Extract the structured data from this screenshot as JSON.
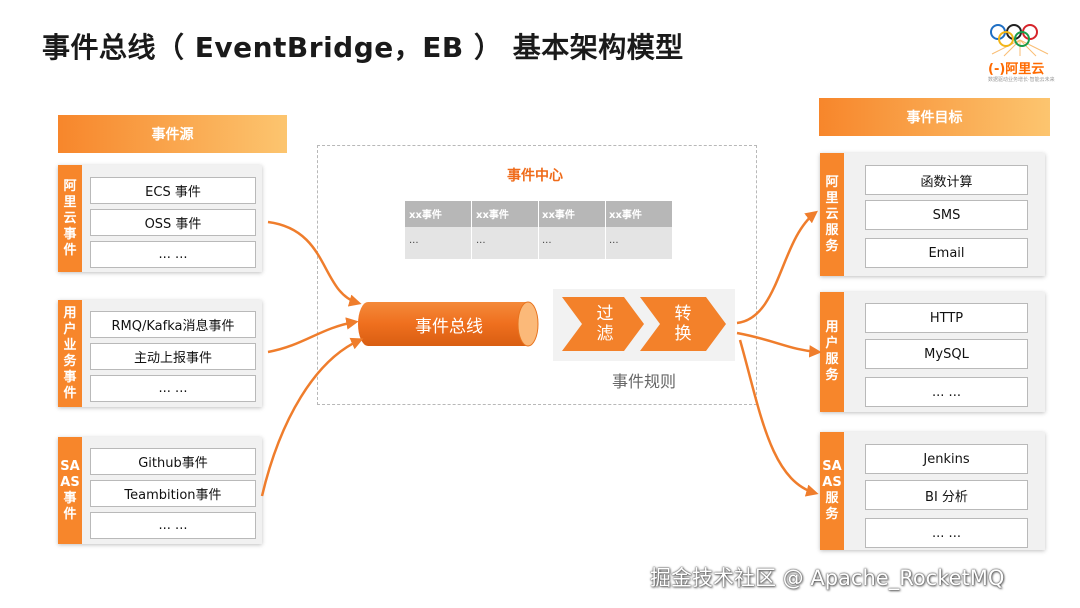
{
  "title": "事件总线（ EventBridge，EB ） 基本架构模型",
  "logo": {
    "text": "阿里云",
    "subtext": "数据驱动业务增长·智能云未来",
    "icon": "aliyun-olympic-rings-logo"
  },
  "sources": {
    "header": "事件源",
    "groups": [
      {
        "label": "阿里云事件",
        "items": [
          "ECS 事件",
          "OSS 事件",
          "... ..."
        ]
      },
      {
        "label": "用户业务事件",
        "items": [
          "RMQ/Kafka消息事件",
          "主动上报事件",
          "... ..."
        ]
      },
      {
        "label": "SAAS事件",
        "items": [
          "Github事件",
          "Teambition事件",
          "... ..."
        ]
      }
    ]
  },
  "center": {
    "title": "事件中心",
    "table": {
      "headers": [
        "xx事件",
        "xx事件",
        "xx事件",
        "xx事件"
      ],
      "row": [
        "...",
        "...",
        "...",
        "..."
      ]
    },
    "bus_label": "事件总线",
    "rules": {
      "step1": "过滤",
      "step2": "转换",
      "caption": "事件规则"
    }
  },
  "targets": {
    "header": "事件目标",
    "groups": [
      {
        "label": "阿里云服务",
        "items": [
          "函数计算",
          "SMS",
          "Email"
        ]
      },
      {
        "label": "用户服务",
        "items": [
          "HTTP",
          "MySQL",
          "... ..."
        ]
      },
      {
        "label": "SAAS服务",
        "items": [
          "Jenkins",
          "BI 分析",
          "... ..."
        ]
      }
    ]
  },
  "colors": {
    "accent": "#f7862b",
    "accent_light": "#fcc56f",
    "arrow": "#ef7d2c",
    "title_text": "#ef6b1a"
  },
  "watermark": "掘金技术社区 @ Apache_RocketMQ"
}
